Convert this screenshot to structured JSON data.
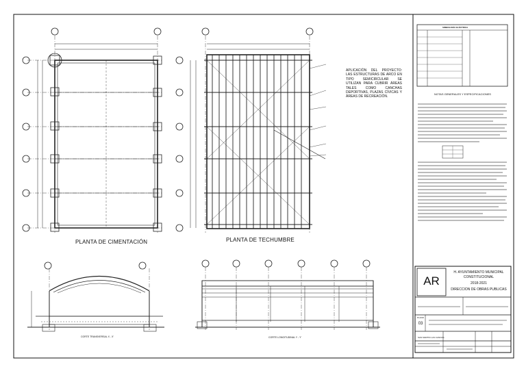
{
  "drawings": {
    "foundation_plan_title": "PLANTA DE CIMENTACIÓN",
    "roof_plan_title": "PLANTA DE TECHUMBRE",
    "transverse_section_title": "CORTE TRANSVERSAL X - X'",
    "longitudinal_section_title": "CORTE LONGITUDINAL Y - Y'"
  },
  "application_note": "APLICACIÓN DEL PROYECTO: LAS ESTRUCTURAS DE ARCO EN TIPO SEMICIRCULAR SE UTILIZAN PARA CUBRIR ÁREAS TALES COMO CANCHAS DEPORTIVAS, PLAZAS CÍVICAS Y ÁREAS DE RECREACIÓN.",
  "notes_panel": {
    "header": "NOTAS GENERALES Y ESPECIFICACIONES",
    "legend_title": "SIMBOLOGÍA ELÉCTRICA"
  },
  "title_block": {
    "logo": "AR",
    "authority_line1": "H. AYUNTAMIENTO MUNICIPAL",
    "authority_line2": "CONSTITUCIONAL",
    "period": "2018-2021",
    "department": "DIRECCION DE OBRAS PUBLICAS",
    "plan_label": "PLANO",
    "plan_number": "03",
    "location": "SAN MARTIN LAS CANOAS"
  },
  "colors": {
    "line": "#1a1a1a",
    "paper": "#ffffff"
  }
}
